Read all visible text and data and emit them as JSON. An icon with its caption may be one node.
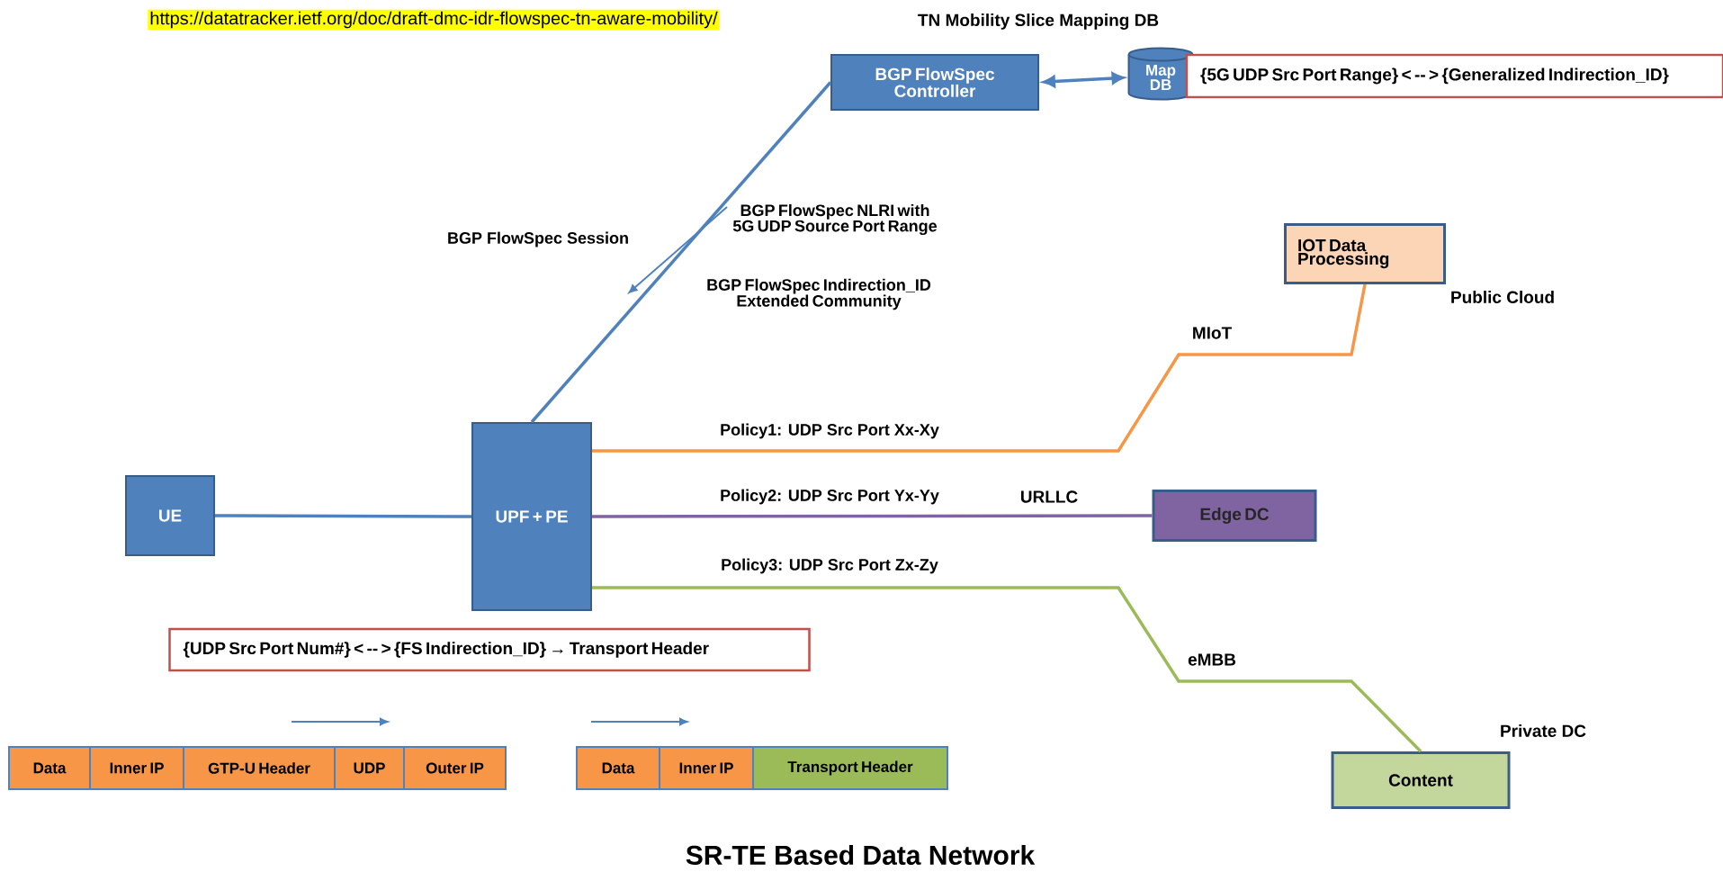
{
  "diagram": {
    "title": "SR-TE Based Data Network",
    "nodes": [
      {
        "text": [
          "BGP FlowSpec Controller"
        ]
      },
      {
        "text": [
          "Map DB"
        ],
        "beside": [
          "TN Mobility Slice Mapping DB"
        ]
      },
      {
        "text": [
          "{5G UDP Src Port Range}  < -- > {Generalized Indirection_ID}"
        ]
      },
      {
        "text": [
          "IOT Data Processing"
        ],
        "beside": [
          "Public Cloud"
        ]
      },
      {
        "text": [
          "UE"
        ]
      },
      {
        "text": [
          "UPF + PE"
        ]
      },
      {
        "text": [
          "Edge DC"
        ]
      },
      {
        "text": [
          "{UDP Src Port Num#}  < -- > {FS Indirection_ID} → Transport Header"
        ]
      },
      {
        "text": [
          "Content"
        ],
        "beside": [
          "Private DC"
        ]
      },
      {
        "text": [
          "Data"
        ]
      },
      {
        "text": [
          "Inner  IP"
        ]
      },
      {
        "text": [
          "GTP-U Header"
        ]
      },
      {
        "text": [
          "UDP"
        ]
      },
      {
        "text": [
          "Outer IP"
        ]
      },
      {
        "text": [
          "Data"
        ]
      },
      {
        "text": [
          "Inner  IP"
        ]
      },
      {
        "text": [
          "Transport Header"
        ]
      }
    ],
    "edges": [
      {
        "from": 0,
        "to": 1,
        "arrow": "both"
      },
      {
        "from": 5,
        "to": 0,
        "arrow": "none",
        "label": "BGP FlowSpec Session"
      },
      {
        "from": 4,
        "to": 5,
        "arrow": "none"
      },
      {
        "from": 5,
        "to": 3,
        "arrow": "none",
        "label": "Policy1: UDP Src Port Xx-Xy",
        "color": "#f79646"
      },
      {
        "from": 5,
        "to": 6,
        "arrow": "none",
        "label": "Policy2: UDP Src Port Yx-Yy",
        "color": "#8064a2"
      },
      {
        "from": 5,
        "to": 8,
        "arrow": "none",
        "label": "Policy3: UDP Src Port Zx-Zy",
        "color": "#9bbb59"
      }
    ],
    "labels": [
      "https://datatracker.ietf.org/doc/draft-dmc-idr-flowspec-tn-aware-mobility/",
      "BGP FlowSpec NLRI with 5G UDP Source Port Range",
      "BGP FlowSpec Indirection_ID Extended Community",
      "MIoT",
      "URLLC",
      "eMBB"
    ]
  }
}
